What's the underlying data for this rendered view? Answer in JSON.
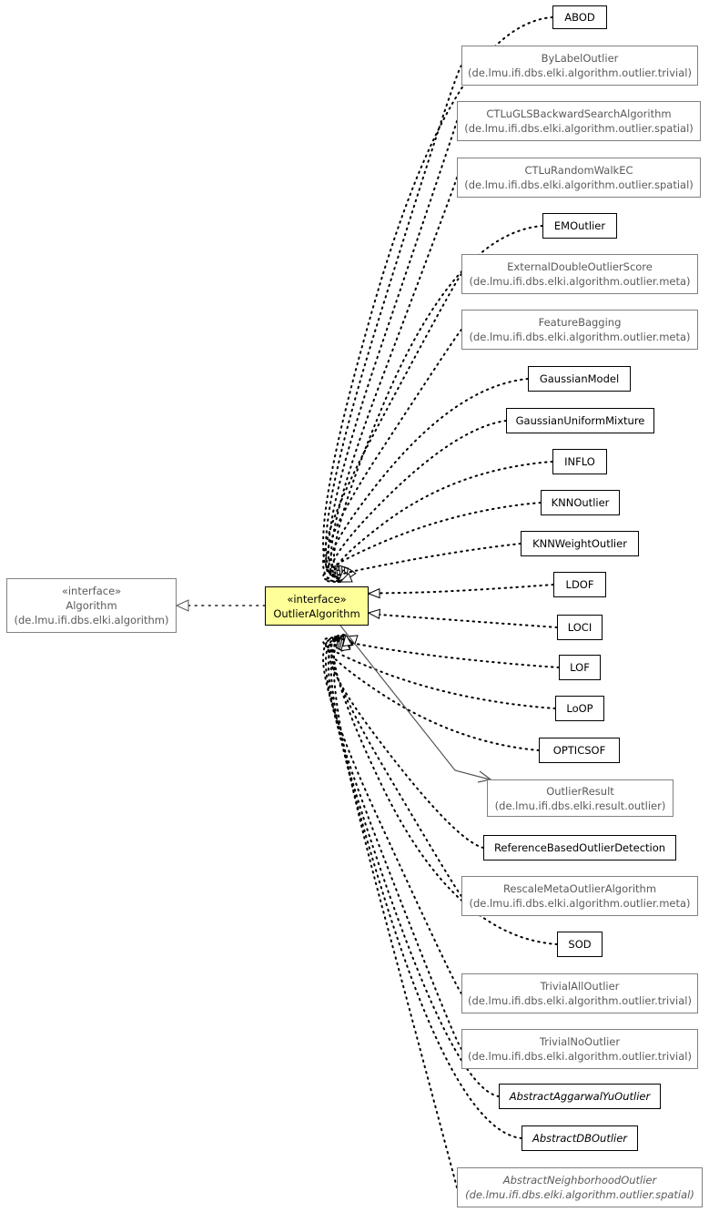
{
  "diagram": {
    "central": {
      "stereotype": "«interface»",
      "name": "OutlierAlgorithm"
    },
    "parent": {
      "stereotype": "«interface»",
      "name": "Algorithm",
      "package": "(de.lmu.ifi.dbs.elki.algorithm)"
    },
    "association": {
      "name": "OutlierResult",
      "package": "(de.lmu.ifi.dbs.elki.result.outlier)"
    },
    "implementations": [
      {
        "name": "ABOD",
        "package": "",
        "external": false,
        "abstract": false
      },
      {
        "name": "ByLabelOutlier",
        "package": "(de.lmu.ifi.dbs.elki.algorithm.outlier.trivial)",
        "external": true,
        "abstract": false
      },
      {
        "name": "CTLuGLSBackwardSearchAlgorithm",
        "package": "(de.lmu.ifi.dbs.elki.algorithm.outlier.spatial)",
        "external": true,
        "abstract": false
      },
      {
        "name": "CTLuRandomWalkEC",
        "package": "(de.lmu.ifi.dbs.elki.algorithm.outlier.spatial)",
        "external": true,
        "abstract": false
      },
      {
        "name": "EMOutlier",
        "package": "",
        "external": false,
        "abstract": false
      },
      {
        "name": "ExternalDoubleOutlierScore",
        "package": "(de.lmu.ifi.dbs.elki.algorithm.outlier.meta)",
        "external": true,
        "abstract": false
      },
      {
        "name": "FeatureBagging",
        "package": "(de.lmu.ifi.dbs.elki.algorithm.outlier.meta)",
        "external": true,
        "abstract": false
      },
      {
        "name": "GaussianModel",
        "package": "",
        "external": false,
        "abstract": false
      },
      {
        "name": "GaussianUniformMixture",
        "package": "",
        "external": false,
        "abstract": false
      },
      {
        "name": "INFLO",
        "package": "",
        "external": false,
        "abstract": false
      },
      {
        "name": "KNNOutlier",
        "package": "",
        "external": false,
        "abstract": false
      },
      {
        "name": "KNNWeightOutlier",
        "package": "",
        "external": false,
        "abstract": false
      },
      {
        "name": "LDOF",
        "package": "",
        "external": false,
        "abstract": false
      },
      {
        "name": "LOCI",
        "package": "",
        "external": false,
        "abstract": false
      },
      {
        "name": "LOF",
        "package": "",
        "external": false,
        "abstract": false
      },
      {
        "name": "LoOP",
        "package": "",
        "external": false,
        "abstract": false
      },
      {
        "name": "OPTICSOF",
        "package": "",
        "external": false,
        "abstract": false
      },
      {
        "name": "ReferenceBasedOutlierDetection",
        "package": "",
        "external": false,
        "abstract": false
      },
      {
        "name": "RescaleMetaOutlierAlgorithm",
        "package": "(de.lmu.ifi.dbs.elki.algorithm.outlier.meta)",
        "external": true,
        "abstract": false
      },
      {
        "name": "SOD",
        "package": "",
        "external": false,
        "abstract": false
      },
      {
        "name": "TrivialAllOutlier",
        "package": "(de.lmu.ifi.dbs.elki.algorithm.outlier.trivial)",
        "external": true,
        "abstract": false
      },
      {
        "name": "TrivialNoOutlier",
        "package": "(de.lmu.ifi.dbs.elki.algorithm.outlier.trivial)",
        "external": true,
        "abstract": false
      },
      {
        "name": "AbstractAggarwalYuOutlier",
        "package": "",
        "external": false,
        "abstract": true
      },
      {
        "name": "AbstractDBOutlier",
        "package": "",
        "external": false,
        "abstract": true
      },
      {
        "name": "AbstractNeighborhoodOutlier",
        "package": "(de.lmu.ifi.dbs.elki.algorithm.outlier.spatial)",
        "external": true,
        "abstract": true
      }
    ]
  }
}
